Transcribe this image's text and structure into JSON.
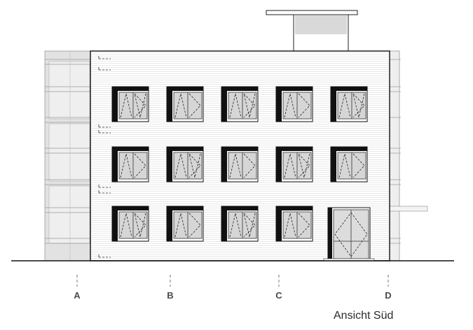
{
  "drawing": {
    "title": "Ansicht Süd",
    "axes": [
      "A",
      "B",
      "C",
      "D"
    ]
  }
}
